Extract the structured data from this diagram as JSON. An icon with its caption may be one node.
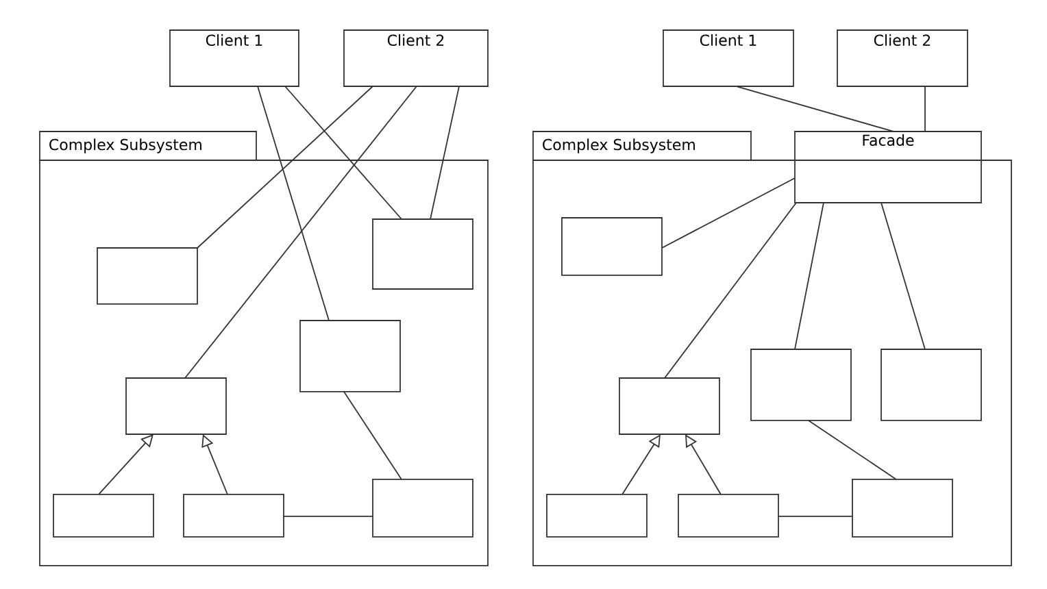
{
  "diagram": {
    "nodes": [
      {
        "text": [
          "Client 1"
        ]
      },
      {
        "text": [
          "Client 2"
        ]
      },
      {
        "text": [
          "Complex Subsystem"
        ]
      },
      {
        "text": [],
        "shape": "box",
        "in": 2
      },
      {
        "text": [],
        "shape": "box",
        "in": 2
      },
      {
        "text": [],
        "shape": "box",
        "in": 2
      },
      {
        "text": [],
        "shape": "box",
        "in": 2
      },
      {
        "text": [],
        "shape": "box",
        "in": 2
      },
      {
        "text": [],
        "shape": "box",
        "in": 2
      },
      {
        "text": [],
        "shape": "box",
        "in": 2
      },
      {
        "text": [
          "Client 1"
        ]
      },
      {
        "text": [
          "Client 2"
        ]
      },
      {
        "text": [
          "Complex Subsystem"
        ]
      },
      {
        "text": [
          "Facade"
        ]
      },
      {
        "text": [],
        "shape": "box",
        "in": 12
      },
      {
        "text": [],
        "shape": "box",
        "in": 12
      },
      {
        "text": [],
        "shape": "box",
        "in": 12
      },
      {
        "text": [],
        "shape": "box",
        "in": 12
      },
      {
        "text": [],
        "shape": "box",
        "in": 12
      },
      {
        "text": [],
        "shape": "box",
        "in": 12
      },
      {
        "text": [],
        "shape": "box",
        "in": 12
      }
    ],
    "edges": [
      {
        "from": 0,
        "to": 5,
        "arrow": "none"
      },
      {
        "from": 0,
        "to": 4,
        "arrow": "none"
      },
      {
        "from": 1,
        "to": 3,
        "arrow": "none"
      },
      {
        "from": 1,
        "to": 6,
        "arrow": "none"
      },
      {
        "from": 1,
        "to": 4,
        "arrow": "none"
      },
      {
        "from": 7,
        "to": 6,
        "arrow": "to"
      },
      {
        "from": 8,
        "to": 6,
        "arrow": "to"
      },
      {
        "from": 8,
        "to": 9,
        "arrow": "none"
      },
      {
        "from": 5,
        "to": 9,
        "arrow": "none"
      },
      {
        "from": 10,
        "to": 13,
        "arrow": "none"
      },
      {
        "from": 11,
        "to": 13,
        "arrow": "none"
      },
      {
        "from": 13,
        "to": 14,
        "arrow": "none"
      },
      {
        "from": 13,
        "to": 17,
        "arrow": "none"
      },
      {
        "from": 13,
        "to": 15,
        "arrow": "none"
      },
      {
        "from": 13,
        "to": 16,
        "arrow": "none"
      },
      {
        "from": 18,
        "to": 17,
        "arrow": "to"
      },
      {
        "from": 19,
        "to": 17,
        "arrow": "to"
      },
      {
        "from": 19,
        "to": 20,
        "arrow": "none"
      },
      {
        "from": 15,
        "to": 20,
        "arrow": "none"
      }
    ]
  }
}
